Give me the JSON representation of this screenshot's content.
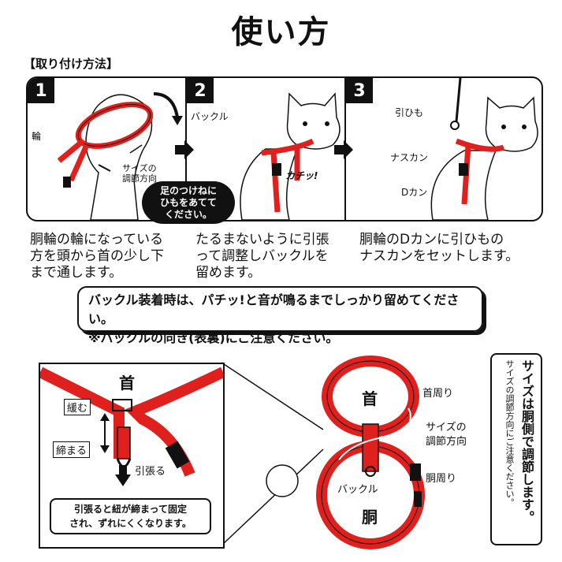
{
  "title": "使い方",
  "section_heading": "【取り付け方法】",
  "steps": [
    {
      "number": "1",
      "labels": {
        "ring": "輪",
        "size_adjust": "サイズの\n調節方向"
      },
      "description": "胴輪の輪になっている\n方を頭から首の少し下\nまで通します。"
    },
    {
      "number": "2",
      "labels": {
        "buckle": "バックル",
        "click": "カチッ!"
      },
      "bubble": "足のつけねに\nひもをあてて\nください。",
      "description": "たるまないように引張\nって調整しバックルを\n留めます。"
    },
    {
      "number": "3",
      "labels": {
        "leash": "引ひも",
        "snap_hook": "ナスカン",
        "d_ring": "Dカン"
      },
      "description": "胴輪のDカンに引ひもの\nナスカンをセットします。"
    }
  ],
  "note": {
    "line1": "バックル装着時は、パチッ!と音が鳴るまでしっかり留めてください。",
    "line2": "※バックルの向き(表裏)にご注意ください。"
  },
  "detail": {
    "neck_label": "首",
    "loosen_label": "緩む",
    "tighten_label": "締まる",
    "pull_label": "引張る",
    "caption": "引張ると紐が締まって固定\nされ、ずれにくくなります。"
  },
  "figure8": {
    "neck": "首",
    "body": "胴",
    "neck_girth": "首周り",
    "size_adjust": "サイズの\n調節方向",
    "body_girth": "胴周り",
    "buckle": "バックル"
  },
  "side_note": {
    "line1": "サイズは胴側で調節します。",
    "line2": "サイズの調節方向にご注意ください。"
  },
  "colors": {
    "harness_red": "#e0201c",
    "ink": "#111111"
  }
}
